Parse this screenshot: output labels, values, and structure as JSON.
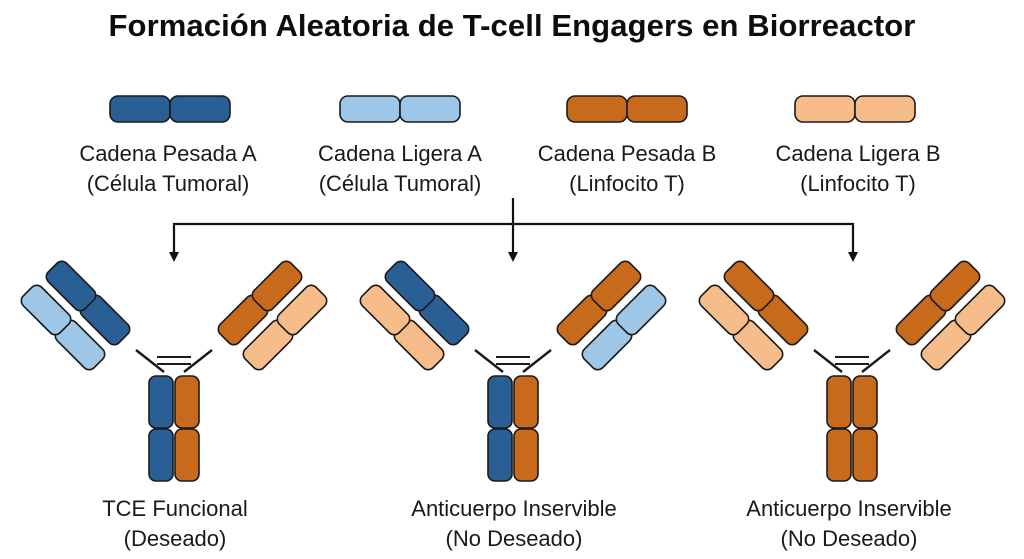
{
  "title": "Formación Aleatoria de T-cell Engagers en Biorreactor",
  "colors": {
    "heavy_a": "#2a5f95",
    "light_a": "#9ec6e6",
    "heavy_b": "#c86a1c",
    "light_b": "#f6bd8a",
    "outline": "#1a1a1a",
    "arrow": "#111111"
  },
  "legend": [
    {
      "chain": "heavy_a",
      "line1": "Cadena Pesada A",
      "line2": "(Célula Tumoral)"
    },
    {
      "chain": "light_a",
      "line1": "Cadena Ligera A",
      "line2": "(Célula Tumoral)"
    },
    {
      "chain": "heavy_b",
      "line1": "Cadena Pesada B",
      "line2": "(Linfocito T)"
    },
    {
      "chain": "light_b",
      "line1": "Cadena Ligera B",
      "line2": "(Linfocito T)"
    }
  ],
  "outcomes": [
    {
      "line1": "TCE Funcional",
      "line2": "(Deseado)",
      "left_heavy": "heavy_a",
      "left_light": "light_a",
      "right_heavy": "heavy_b",
      "right_light": "light_b"
    },
    {
      "line1": "Anticuerpo Inservible",
      "line2": "(No Deseado)",
      "left_heavy": "heavy_a",
      "left_light": "light_b",
      "right_heavy": "heavy_b",
      "right_light": "light_a"
    },
    {
      "line1": "Anticuerpo Inservible",
      "line2": "(No Deseado)",
      "left_heavy": "heavy_b",
      "left_light": "light_b",
      "right_heavy": "heavy_b",
      "right_light": "light_b"
    }
  ]
}
